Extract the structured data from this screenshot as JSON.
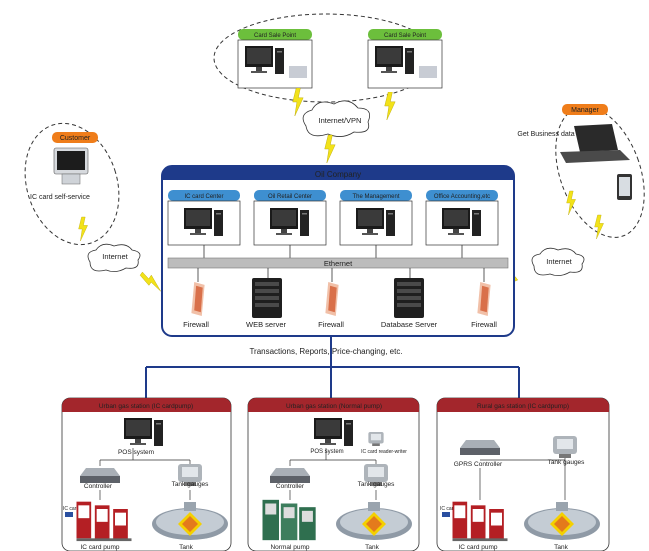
{
  "card_sale": {
    "label_1": "Card Sale Point",
    "label_2": "Card Sale Point"
  },
  "internet_vpn": "Internet/VPN",
  "customer": {
    "badge": "Customer",
    "caption": "IC card self-service",
    "internet": "Internet"
  },
  "manager": {
    "badge": "Manager",
    "caption": "Get Business data",
    "internet": "Internet"
  },
  "oil_company": {
    "title": "Oil Company",
    "centers": [
      "IC card Center",
      "Oil Retail Center",
      "The Management",
      "Office Accounting,etc"
    ],
    "ethernet": "Ethernet",
    "bottom": [
      "Firewall",
      "WEB server",
      "Firewall",
      "Database Server",
      "Firewall"
    ]
  },
  "transactions": "Transactions, Reports, Price-changing, etc.",
  "stations": [
    {
      "title": "Urban gas station (IC cardpump)",
      "pos": "POS system",
      "controller": "Controller",
      "gauges": "Tank gauges",
      "pump_tag": "IC card",
      "pump": "IC card pump",
      "tank": "Tank"
    },
    {
      "title": "Urban gas station (Normal pump)",
      "pos": "POS system",
      "reader": "IC card reader-writer",
      "controller": "Controller",
      "gauges": "Tank gauges",
      "pump": "Normal pump",
      "tank": "Tank"
    },
    {
      "title": "Rural gas station (IC cardpump)",
      "controller": "GPRS Controller",
      "gauges": "Tank gauges",
      "pump_tag": "IC card",
      "pump": "IC card pump",
      "tank": "Tank"
    }
  ],
  "colors": {
    "navy": "#1e3a8a",
    "green": "#6cbf3c",
    "orange": "#ef7d1a",
    "maroon": "#a3262c",
    "center_blue": "#3e8fd0",
    "bolt": "#f2e21a"
  }
}
